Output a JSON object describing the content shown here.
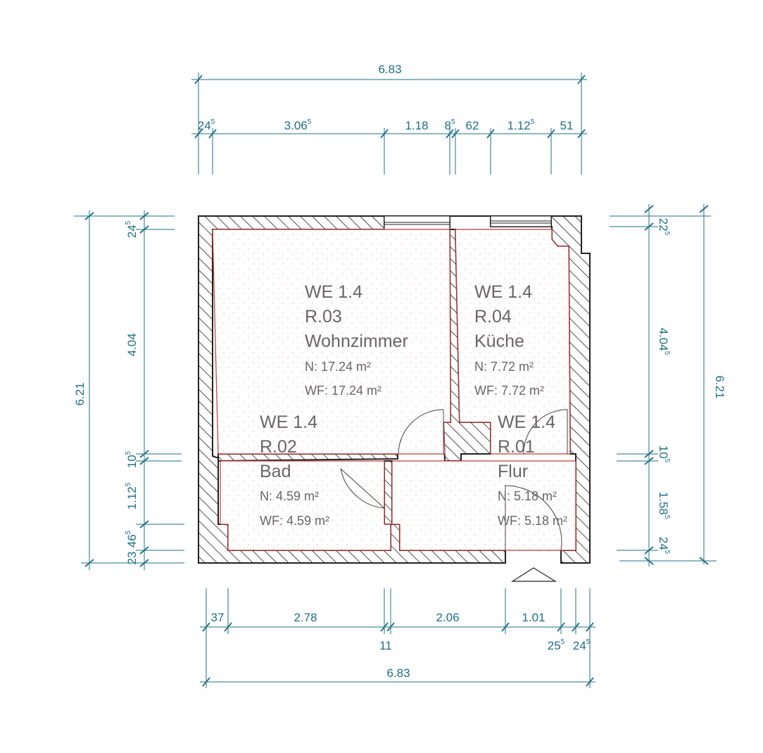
{
  "colors": {
    "dimension": "#1f6f86",
    "wall_outline": "#222222",
    "room_outline": "#c0393b",
    "room_fill_dot": "#e8b0b0",
    "room_text": "#666666"
  },
  "rooms": [
    {
      "unit": "WE 1.4",
      "number": "R.03",
      "name": "Wohnzimmer",
      "n_area": "N: 17.24 m²",
      "wf_area": "WF: 17.24 m²"
    },
    {
      "unit": "WE 1.4",
      "number": "R.04",
      "name": "Küche",
      "n_area": "N: 7.72 m²",
      "wf_area": "WF: 7.72 m²"
    },
    {
      "unit": "WE 1.4",
      "number": "R.02",
      "name": "Bad",
      "n_area": "N: 4.59 m²",
      "wf_area": "WF: 4.59 m²"
    },
    {
      "unit": "WE 1.4",
      "number": "R.01",
      "name": "Flur",
      "n_area": "N: 5.18 m²",
      "wf_area": "WF: 5.18 m²"
    }
  ],
  "dimensions": {
    "top_overall": "6.83",
    "top_chain": [
      {
        "main": "24",
        "sup": "5"
      },
      {
        "main": "3.06",
        "sup": "5"
      },
      {
        "main": "1.18",
        "sup": ""
      },
      {
        "main": "8",
        "sup": "5"
      },
      {
        "main": "62",
        "sup": ""
      },
      {
        "main": "1.12",
        "sup": "5"
      },
      {
        "main": "51",
        "sup": ""
      }
    ],
    "left_overall": "6.21",
    "left_chain": [
      {
        "main": "24",
        "sup": "5"
      },
      {
        "main": "4.04",
        "sup": ""
      },
      {
        "main": "10",
        "sup": "5"
      },
      {
        "main": "1.12",
        "sup": "5"
      },
      {
        "main": "46",
        "sup": "5"
      },
      {
        "main": "23",
        "sup": ""
      }
    ],
    "right_overall": "6.21",
    "right_chain": [
      {
        "main": "22",
        "sup": "5"
      },
      {
        "main": "4.04",
        "sup": "5"
      },
      {
        "main": "10",
        "sup": "5"
      },
      {
        "main": "1.58",
        "sup": "5"
      },
      {
        "main": "24",
        "sup": "5"
      }
    ],
    "bottom_overall": "6.83",
    "bottom_chain": [
      {
        "main": "37",
        "sup": ""
      },
      {
        "main": "2.78",
        "sup": ""
      },
      {
        "main": "11",
        "sup": ""
      },
      {
        "main": "2.06",
        "sup": ""
      },
      {
        "main": "1.01",
        "sup": ""
      },
      {
        "main": "25",
        "sup": "5"
      },
      {
        "main": "24",
        "sup": "5"
      }
    ]
  }
}
